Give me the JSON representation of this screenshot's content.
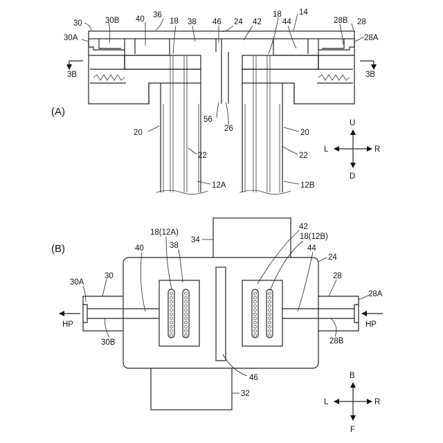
{
  "figure": {
    "panel_a": {
      "title": "(A)",
      "labels": [
        "30",
        "30B",
        "40",
        "36",
        "18",
        "38",
        "46",
        "24",
        "42",
        "18",
        "14",
        "44",
        "28B",
        "28",
        "30A",
        "28A",
        "3B",
        "3B",
        "56",
        "26",
        "20",
        "20",
        "22",
        "22",
        "12A",
        "12B"
      ],
      "compass": {
        "up": "U",
        "down": "D",
        "left": "L",
        "right": "R"
      }
    },
    "panel_b": {
      "title": "(B)",
      "labels": [
        "34",
        "42",
        "18(12A)",
        "38",
        "18(12B)",
        "40",
        "44",
        "24",
        "30A",
        "30",
        "28",
        "28A",
        "HP",
        "HP",
        "30B",
        "28B",
        "46",
        "32"
      ],
      "compass": {
        "up": "B",
        "down": "F",
        "left": "L",
        "right": "R"
      }
    }
  }
}
